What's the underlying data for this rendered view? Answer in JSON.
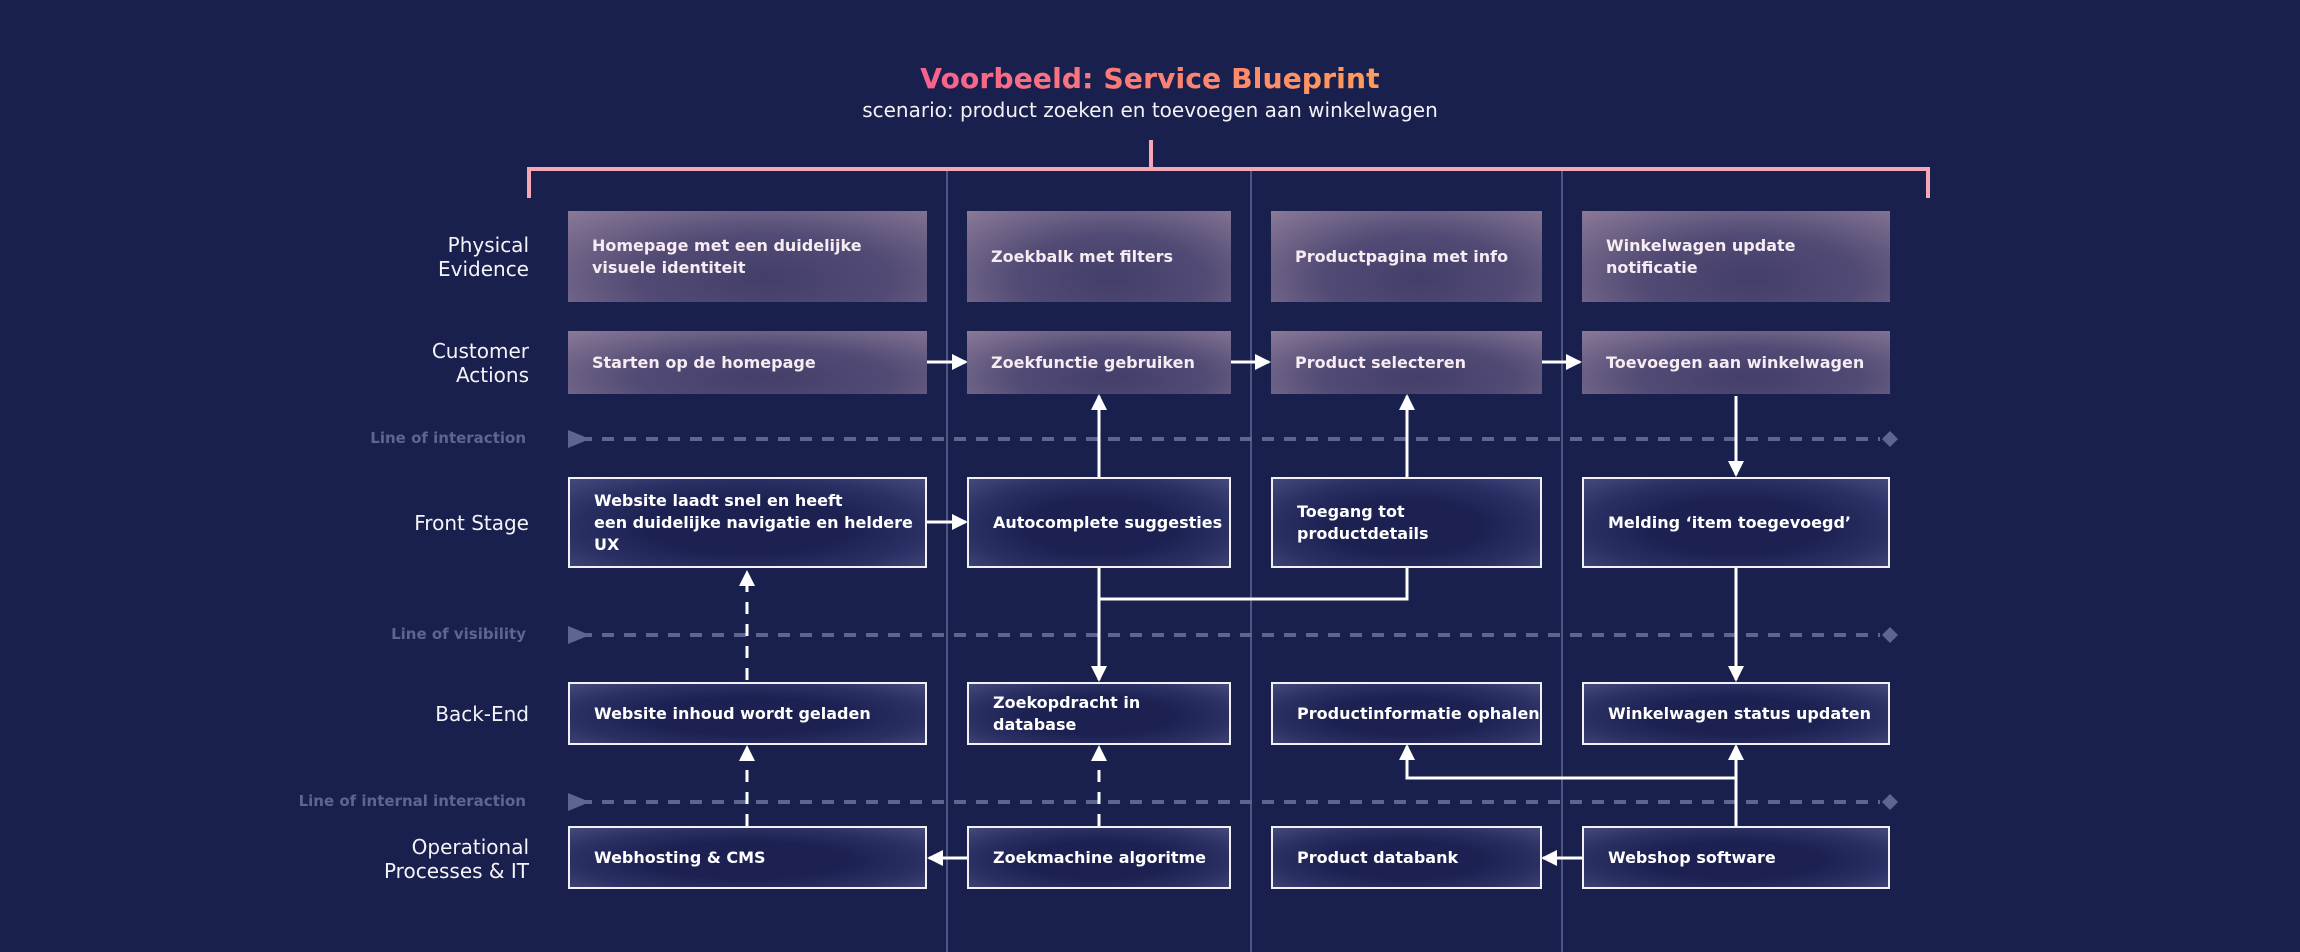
{
  "header": {
    "title": "Voorbeeld: Service Blueprint",
    "subtitle": "scenario: product zoeken en toevoegen aan winkelwagen"
  },
  "rows": {
    "physical_evidence": "Physical\nEvidence",
    "customer_actions": "Customer\nActions",
    "front_stage": "Front Stage",
    "back_end": "Back-End",
    "operational": "Operational\nProcesses & IT"
  },
  "lines": {
    "interaction": "Line of interaction",
    "visibility": "Line of visibility",
    "internal": "Line of internal interaction"
  },
  "columns": [
    {
      "physical_evidence": "Homepage met een duidelijke\nvisuele identiteit",
      "customer_action": "Starten op de homepage",
      "front_stage": "Website laadt snel en heeft\neen duidelijke navigatie en heldere UX",
      "back_end": "Website inhoud wordt geladen",
      "operational": "Webhosting & CMS"
    },
    {
      "physical_evidence": "Zoekbalk met filters",
      "customer_action": "Zoekfunctie gebruiken",
      "front_stage": "Autocomplete suggesties",
      "back_end": "Zoekopdracht in database",
      "operational": "Zoekmachine algoritme"
    },
    {
      "physical_evidence": "Productpagina met info",
      "customer_action": "Product selecteren",
      "front_stage": "Toegang tot productdetails",
      "back_end": "Productinformatie ophalen",
      "operational": "Product databank"
    },
    {
      "physical_evidence": "Winkelwagen update notificatie",
      "customer_action": "Toevoegen aan winkelwagen",
      "front_stage": "Melding ‘item toegevoegd’",
      "back_end": "Winkelwagen status updaten",
      "operational": "Webshop software"
    }
  ],
  "colors": {
    "background": "#1a204d",
    "bracket": "#f4a7b5",
    "title_start": "#f6608e",
    "title_end": "#ff9d5c",
    "line_dash": "#5d6590"
  }
}
